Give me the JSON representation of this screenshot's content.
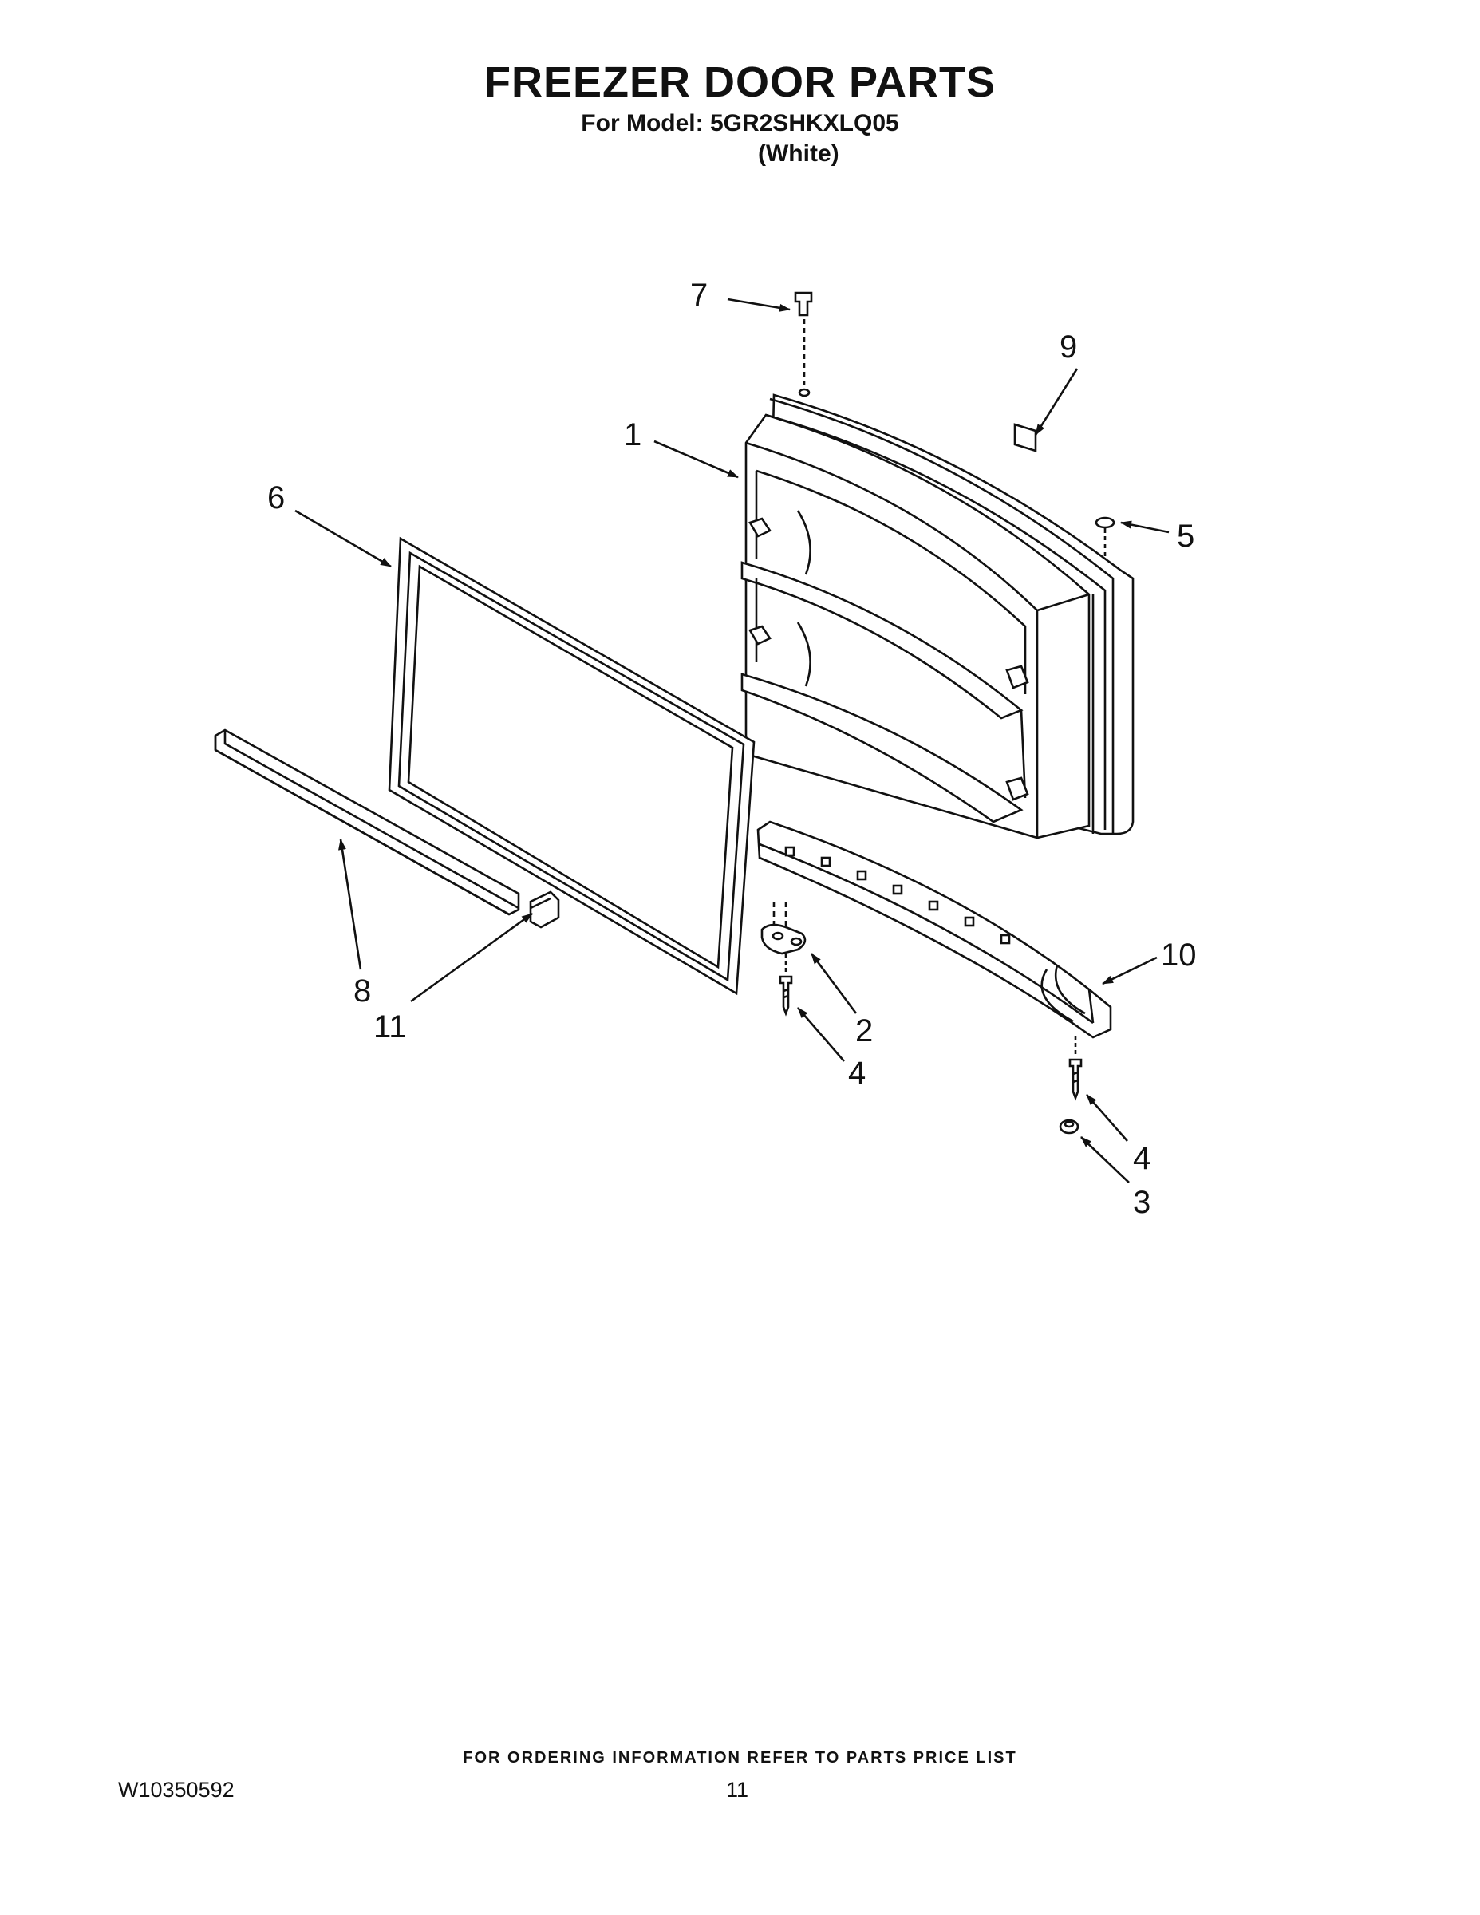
{
  "header": {
    "title": "FREEZER DOOR PARTS",
    "model_line": "For Model: 5GR2SHKXLQ05",
    "color_line": "(White)"
  },
  "callouts": {
    "c1": "1",
    "c2": "2",
    "c3": "3",
    "c4a": "4",
    "c4b": "4",
    "c5": "5",
    "c6": "6",
    "c7": "7",
    "c8": "8",
    "c9": "9",
    "c10": "10",
    "c11": "11"
  },
  "footer": {
    "ordering_note": "FOR ORDERING INFORMATION REFER TO PARTS PRICE LIST",
    "doc_number": "W10350592",
    "page_number": "11"
  }
}
